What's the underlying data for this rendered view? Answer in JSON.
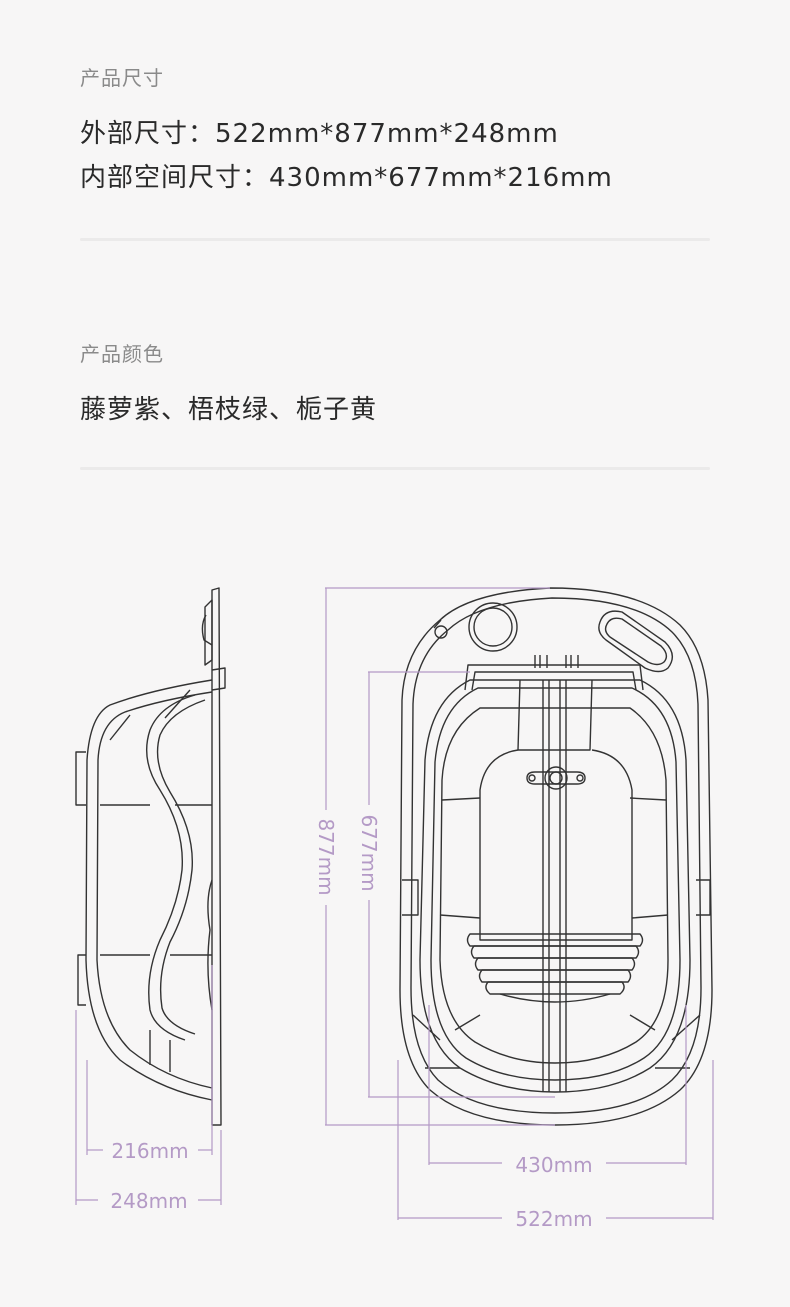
{
  "size_section": {
    "label": "产品尺寸",
    "outer": "外部尺寸：522mm*877mm*248mm",
    "inner": "内部空间尺寸：430mm*677mm*216mm"
  },
  "color_section": {
    "label": "产品颜色",
    "colors": "藤萝紫、梧枝绿、栀子黄"
  },
  "dimensions": {
    "side_inner_depth": "216mm",
    "side_outer_depth": "248mm",
    "outer_length": "877mm",
    "inner_length": "677mm",
    "inner_width": "430mm",
    "outer_width": "522mm"
  },
  "colors": {
    "line": "#333333",
    "dimension": "#b49ac6",
    "background": "#f7f6f6"
  }
}
